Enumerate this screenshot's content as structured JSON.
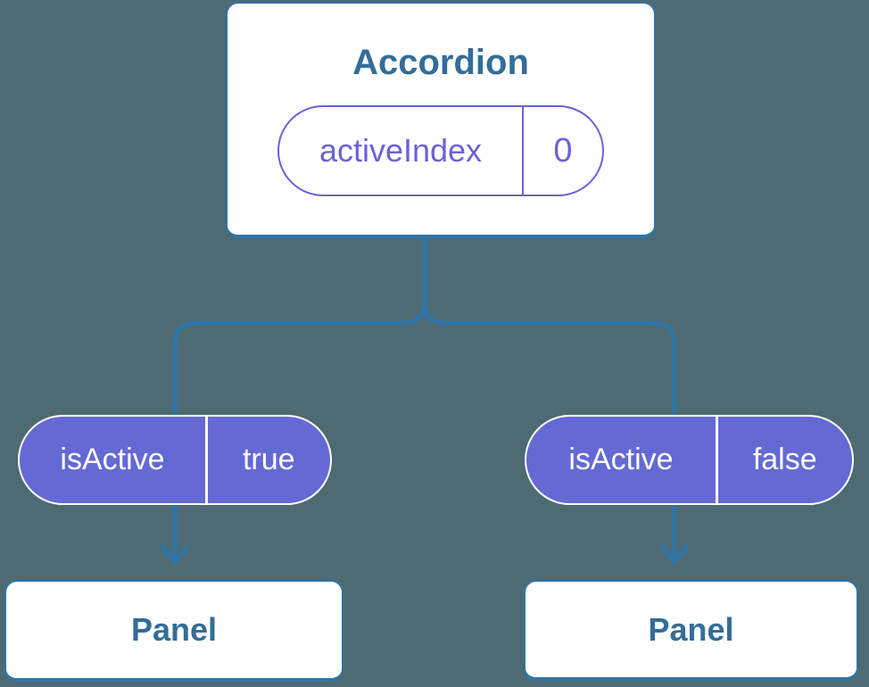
{
  "colors": {
    "background": "#4e6a73",
    "line": "#2e75a7",
    "card_background": "#ffffff",
    "card_border": "#2e75a7",
    "heading_text": "#336d98",
    "pill_fill": "#6469d4",
    "pill_fill_text": "#ffffff",
    "pill_fill_border": "#ffffff",
    "pill_outline": "#6a62d8"
  },
  "diagram": {
    "root_component": {
      "title": "Accordion",
      "state_pill": {
        "name": "activeIndex",
        "value": "0"
      }
    },
    "children": [
      {
        "prop_pill": {
          "name": "isActive",
          "value": "true"
        },
        "component": {
          "title": "Panel"
        }
      },
      {
        "prop_pill": {
          "name": "isActive",
          "value": "false"
        },
        "component": {
          "title": "Panel"
        }
      }
    ]
  }
}
